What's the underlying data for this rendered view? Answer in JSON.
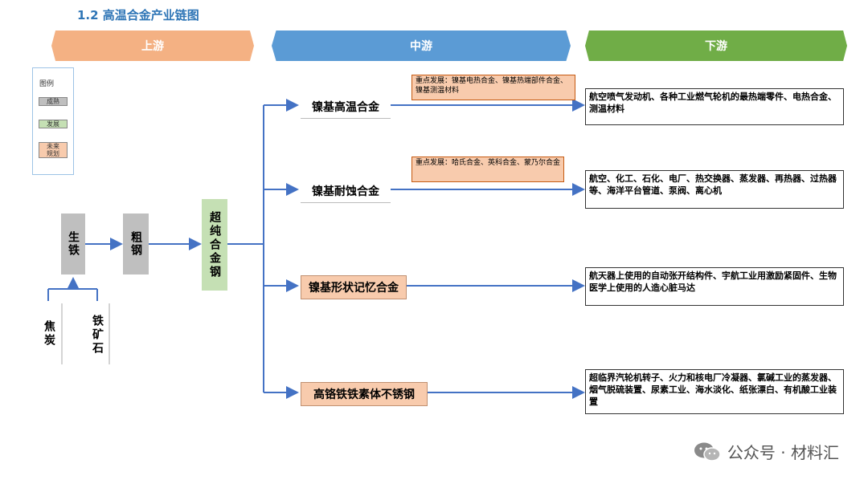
{
  "title": "1.2 高温合金产业链图",
  "banners": {
    "upstream": "上游",
    "midstream": "中游",
    "downstream": "下游"
  },
  "legend": {
    "title": "图例",
    "items": [
      "成熟",
      "发展",
      "未来规划"
    ],
    "colors": [
      "#bfbfbf",
      "#c5e0b4",
      "#f8cbad"
    ]
  },
  "upstream": {
    "pig_iron": "生铁",
    "crude_steel": "粗钢",
    "coke": "焦炭",
    "iron_ore": "铁矿石",
    "alloy_steel": "超纯合金钢"
  },
  "midstream": [
    {
      "name": "镍基高温合金",
      "note": "重点发展：镍基电热合金、镍基热端部件合金、镍基测温材料"
    },
    {
      "name": "镍基耐蚀合金",
      "note": "重点发展：哈氏合金、英科合金、蒙乃尔合金"
    },
    {
      "name": "镍基形状记忆合金",
      "note": ""
    },
    {
      "name": "高铬铁铁素体不锈钢",
      "note": ""
    }
  ],
  "downstream": [
    "航空喷气发动机、各种工业燃气轮机的最热端零件、电热合金、测温材料",
    "航空、化工、石化、电厂、热交换器、蒸发器、再热器、过热器等、海洋平台管道、泵阀、离心机",
    "航天器上使用的自动张开结构件、宇航工业用激励紧固件、生物医学上使用的人造心脏马达",
    "超临界汽轮机转子、火力和核电厂冷凝器、氯碱工业的蒸发器、烟气脱硫装置、尿素工业、海水淡化、纸张漂白、有机酸工业装置"
  ],
  "watermark": "公众号 · 材料汇",
  "colors": {
    "line": "#4472c4",
    "upstream": "#f4b183",
    "midstream": "#5b9bd5",
    "downstream": "#70ad47"
  }
}
